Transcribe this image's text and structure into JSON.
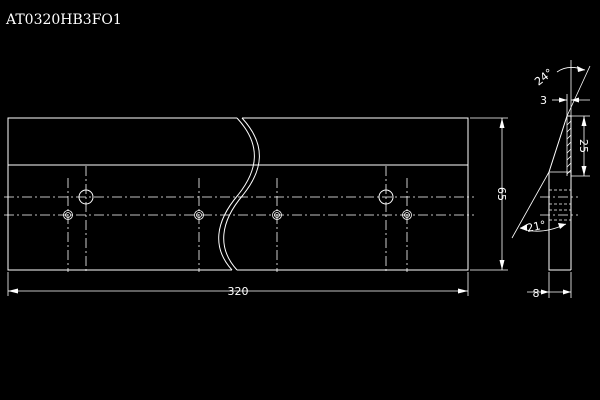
{
  "drawing": {
    "part_number": "AT0320HB3FO1",
    "dimensions": {
      "length": "320",
      "height": "65",
      "thickness": "8",
      "bevel_top_angle": "24°",
      "bevel_edge": "3",
      "bevel_height": "25",
      "bevel_bottom_angle": "21°"
    }
  }
}
